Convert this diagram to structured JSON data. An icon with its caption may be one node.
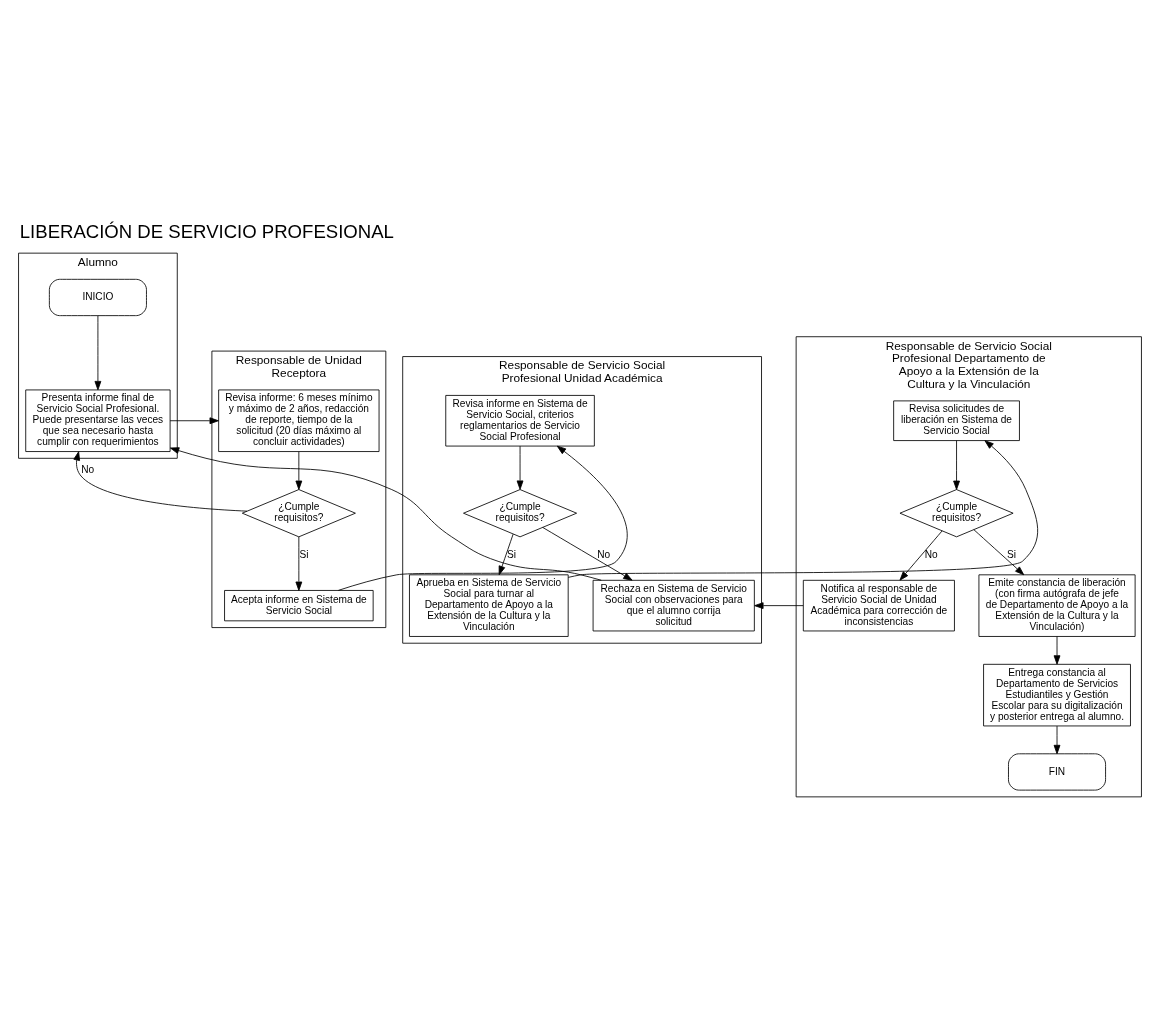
{
  "diagram": {
    "title": "LIBERACIÓN DE SERVICIO PROFESIONAL",
    "nodes": [
      {
        "text": [
          "Alumno"
        ]
      },
      {
        "text": [
          "INICIO"
        ],
        "in": 0
      },
      {
        "text": [
          "Presenta informe final de Servicio Social Profesional. Puede presentarse las veces que sea necesario hasta cumplir con requerimientos"
        ],
        "in": 0
      },
      {
        "text": [
          "Responsable de Unidad Receptora"
        ]
      },
      {
        "text": [
          "Revisa informe: 6 meses mínimo y máximo de 2 años, redacción de reporte, tiempo de la solicitud (20 días máximo al concluir actividades)"
        ],
        "in": 3
      },
      {
        "text": [
          "¿Cumple requisitos?"
        ],
        "in": 3
      },
      {
        "text": [
          "Acepta informe en Sistema de Servicio Social"
        ],
        "in": 3
      },
      {
        "text": [
          "Responsable de Servicio Social Profesional Unidad Académica"
        ]
      },
      {
        "text": [
          "Revisa informe en Sistema de Servicio Social, criterios reglamentarios de Servicio Social Profesional"
        ],
        "in": 7
      },
      {
        "text": [
          "¿Cumple requisitos?"
        ],
        "in": 7
      },
      {
        "text": [
          "Aprueba en Sistema de Servicio Social para turnar al Departamento de Apoyo a la Extensión de la Cultura y la Vinculación"
        ],
        "in": 7
      },
      {
        "text": [
          "Rechaza en Sistema de Servicio Social con observaciones para que el alumno corrija solicitud"
        ],
        "in": 7
      },
      {
        "text": [
          "Responsable de Servicio Social Profesional Departamento de Apoyo a la Extensión de la Cultura y la Vinculación"
        ]
      },
      {
        "text": [
          "Revisa solicitudes de liberación en Sistema de Servicio Social"
        ],
        "in": 12
      },
      {
        "text": [
          "¿Cumple requisitos?"
        ],
        "in": 12
      },
      {
        "text": [
          "Notifica al responsable de Servicio Social de Unidad Académica para corrección de inconsistencias"
        ],
        "in": 12
      },
      {
        "text": [
          "Emite constancia de liberación (con firma autógrafa de jefe de Departamento de Apoyo a la Extensión de la Cultura y la Vinculación)"
        ],
        "in": 12
      },
      {
        "text": [
          "Entrega constancia al Departamento de Servicios Estudiantiles y Gestión Escolar para su digitalización y posterior entrega al alumno."
        ],
        "in": 12
      },
      {
        "text": [
          "FIN"
        ],
        "in": 12
      }
    ],
    "edges": [
      {
        "from": 1,
        "to": 2,
        "arrow": "to"
      },
      {
        "from": 2,
        "to": 4,
        "arrow": "to"
      },
      {
        "from": 4,
        "to": 5,
        "arrow": "to"
      },
      {
        "from": 5,
        "to": 2,
        "arrow": "to",
        "label": "No"
      },
      {
        "from": 5,
        "to": 6,
        "arrow": "to",
        "label": "Si"
      },
      {
        "from": 6,
        "to": 8,
        "arrow": "to"
      },
      {
        "from": 8,
        "to": 9,
        "arrow": "to"
      },
      {
        "from": 9,
        "to": 10,
        "arrow": "to",
        "label": "Si"
      },
      {
        "from": 9,
        "to": 11,
        "arrow": "to",
        "label": "No"
      },
      {
        "from": 10,
        "to": 13,
        "arrow": "to"
      },
      {
        "from": 13,
        "to": 14,
        "arrow": "to"
      },
      {
        "from": 14,
        "to": 15,
        "arrow": "to",
        "label": "No"
      },
      {
        "from": 14,
        "to": 16,
        "arrow": "to",
        "label": "Si"
      },
      {
        "from": 15,
        "to": 11,
        "arrow": "to"
      },
      {
        "from": 11,
        "to": 2,
        "arrow": "to"
      },
      {
        "from": 16,
        "to": 17,
        "arrow": "to"
      },
      {
        "from": 17,
        "to": 18,
        "arrow": "to"
      }
    ]
  }
}
